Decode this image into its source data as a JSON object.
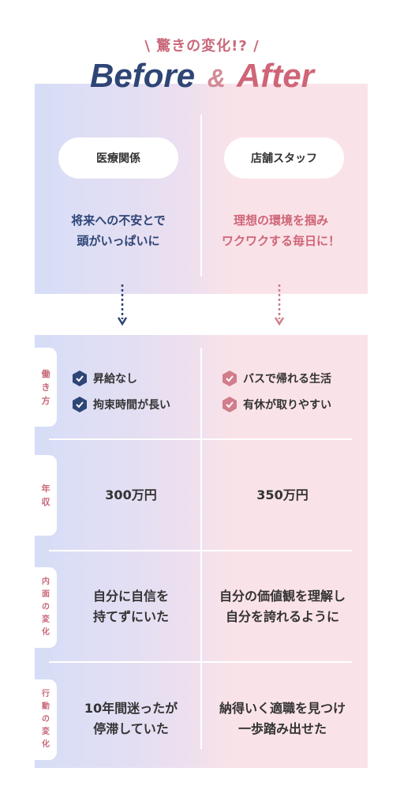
{
  "header": {
    "subtitle": "\\ 驚きの変化!? /",
    "title_before": "Before",
    "title_amp": "&",
    "title_after": "After"
  },
  "top": {
    "left_label": "医療関係",
    "right_label": "店舗スタッフ",
    "left_desc_1": "将来への不安とで",
    "left_desc_2": "頭がいっぱいに",
    "right_desc_1": "理想の環境を掴み",
    "right_desc_2": "ワクワクする毎日に！"
  },
  "rows": {
    "work": {
      "tag": [
        "働",
        "き",
        "方"
      ],
      "left": [
        "昇給なし",
        "拘束時間が長い"
      ],
      "right": [
        "バスで帰れる生活",
        "有休が取りやすい"
      ]
    },
    "income": {
      "tag": [
        "年",
        "収"
      ],
      "left": "300万円",
      "right": "350万円"
    },
    "inner": {
      "tag": [
        "内",
        "面",
        "の",
        "変",
        "化"
      ],
      "left": [
        "自分に自信を",
        "持てずにいた"
      ],
      "right": [
        "自分の価値観を理解し",
        "自分を誇れるように"
      ]
    },
    "action": {
      "tag": [
        "行",
        "動",
        "の",
        "変",
        "化"
      ],
      "left": [
        "10年間迷ったが",
        "停滞していた"
      ],
      "right": [
        "納得いく適職を見つけ",
        "一歩踏み出せた"
      ]
    }
  },
  "colors": {
    "before_accent": "#2e4576",
    "after_accent": "#cf6577",
    "tag_text": "#c9687a"
  },
  "icons": {
    "before_check": "hexagon-check-icon-navy",
    "after_check": "hexagon-check-icon-pink"
  }
}
